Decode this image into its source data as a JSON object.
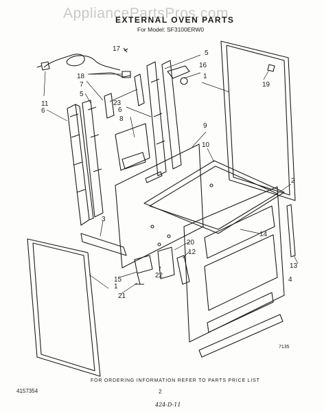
{
  "watermark": "AppliancePartsPros.com",
  "title": "EXTERNAL OVEN PARTS",
  "subtitle": "For Model: SF3100ERW0",
  "footer_note": "FOR ORDERING INFORMATION REFER TO PARTS PRICE LIST",
  "doc_number": "4157354",
  "page_number": "2",
  "handwritten_mark": "424-D-11",
  "figure_code": "7135",
  "callouts": {
    "c1a": "1",
    "c1b": "1",
    "c2": "2",
    "c3": "3",
    "c4": "4",
    "c5a": "5",
    "c5b": "5",
    "c6a": "6",
    "c6b": "6",
    "c7": "7",
    "c8": "8",
    "c9": "9",
    "c10": "10",
    "c11": "11",
    "c12": "12",
    "c13": "13",
    "c14": "14",
    "c15": "15",
    "c16": "16",
    "c17": "17",
    "c18": "18",
    "c19": "19",
    "c20": "20",
    "c21": "21",
    "c22": "22",
    "c23": "23"
  }
}
